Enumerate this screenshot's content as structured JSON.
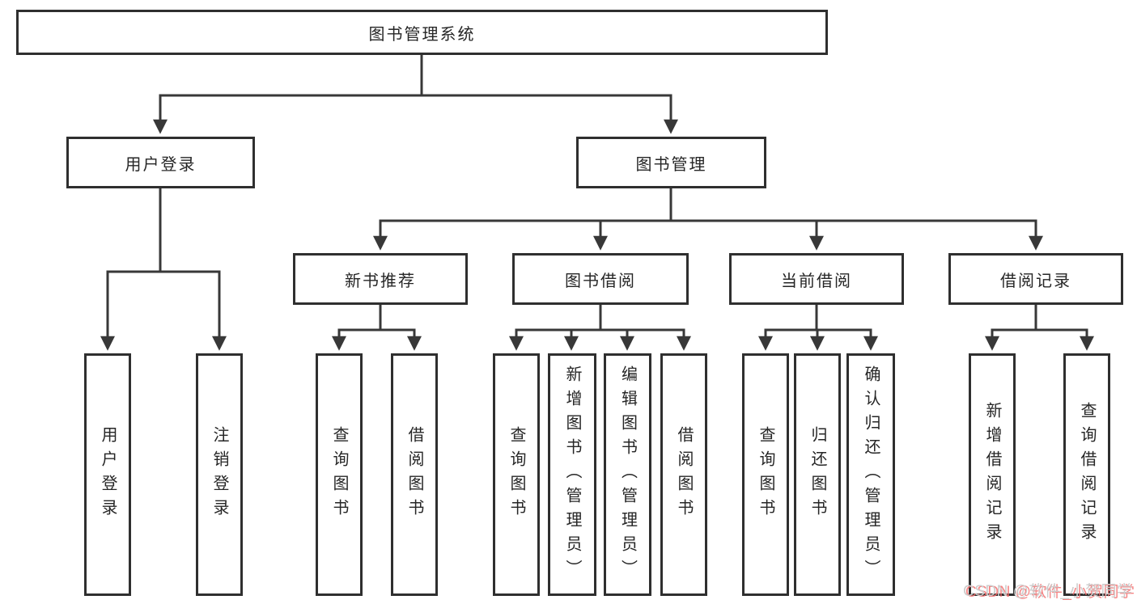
{
  "diagram": {
    "root": {
      "label": "图书管理系统"
    },
    "level1": [
      {
        "label": "用户登录",
        "children": [
          {
            "label": "用户登录"
          },
          {
            "label": "注销登录"
          }
        ]
      },
      {
        "label": "图书管理"
      }
    ],
    "level2": [
      {
        "label": "新书推荐",
        "children": [
          {
            "label": "查询图书"
          },
          {
            "label": "借阅图书"
          }
        ]
      },
      {
        "label": "图书借阅",
        "children": [
          {
            "label": "查询图书"
          },
          {
            "label": "新增图书（管理员）"
          },
          {
            "label": "编辑图书（管理员）"
          },
          {
            "label": "借阅图书"
          }
        ]
      },
      {
        "label": "当前借阅",
        "children": [
          {
            "label": "查询图书"
          },
          {
            "label": "归还图书"
          },
          {
            "label": "确认归还（管理员）"
          }
        ]
      },
      {
        "label": "借阅记录",
        "children": [
          {
            "label": "新增借阅记录"
          },
          {
            "label": "查询借阅记录"
          }
        ]
      }
    ]
  },
  "watermark": {
    "text": "CSDN @软件_小贺同学"
  },
  "colors": {
    "background": "#ffffff",
    "line": "#383838",
    "border": "#2f2f2f",
    "text": "#262626",
    "watermark_text": "#cdcdcd",
    "watermark_shadow": "#f36d6d"
  }
}
